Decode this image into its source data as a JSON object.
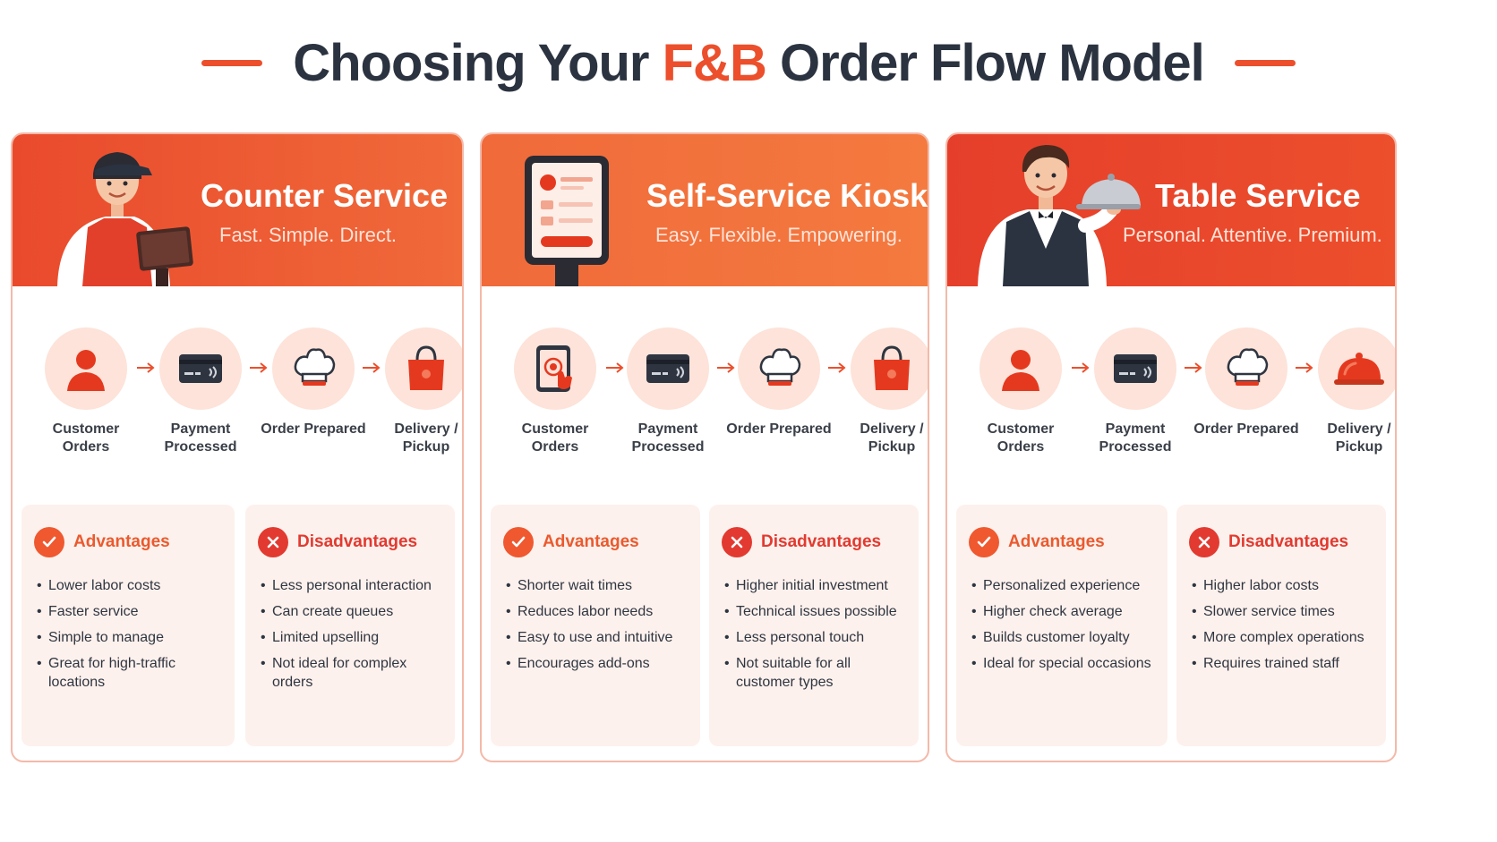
{
  "header": {
    "title_pre": "Choosing Your",
    "title_accent": "F&B",
    "title_post": "Order Flow Model"
  },
  "colors": {
    "accent": "#ec4f2c",
    "text": "#2b3340",
    "panel": "#fdf1ed"
  },
  "models": [
    {
      "title": "Counter Service",
      "subtitle": "Fast. Simple. Direct.",
      "steps": [
        {
          "label": "Customer Orders",
          "icon": "customer-icon"
        },
        {
          "label": "Payment Processed",
          "icon": "card-icon"
        },
        {
          "label": "Order Prepared",
          "icon": "chef-hat-icon"
        },
        {
          "label": "Delivery / Pickup",
          "icon": "bag-icon"
        }
      ],
      "advantages_title": "Advantages",
      "advantages": [
        "Lower labor costs",
        "Faster service",
        "Simple to manage",
        "Great for high-traffic locations"
      ],
      "disadvantages_title": "Disadvantages",
      "disadvantages": [
        "Less personal interaction",
        "Can create queues",
        "Limited upselling",
        "Not ideal for complex orders"
      ]
    },
    {
      "title": "Self-Service Kiosks",
      "subtitle": "Easy. Flexible. Empowering.",
      "steps": [
        {
          "label": "Customer Orders",
          "icon": "tablet-tap-icon"
        },
        {
          "label": "Payment Processed",
          "icon": "card-icon"
        },
        {
          "label": "Order Prepared",
          "icon": "chef-hat-icon"
        },
        {
          "label": "Delivery / Pickup",
          "icon": "bag-icon"
        }
      ],
      "advantages_title": "Advantages",
      "advantages": [
        "Shorter wait times",
        "Reduces labor needs",
        "Easy to use and intuitive",
        "Encourages add-ons"
      ],
      "disadvantages_title": "Disadvantages",
      "disadvantages": [
        "Higher initial investment",
        "Technical issues possible",
        "Less personal touch",
        "Not suitable for all customer types"
      ]
    },
    {
      "title": "Table Service",
      "subtitle": "Personal. Attentive. Premium.",
      "steps": [
        {
          "label": "Customer Orders",
          "icon": "customer-icon"
        },
        {
          "label": "Payment Processed",
          "icon": "card-icon"
        },
        {
          "label": "Order Prepared",
          "icon": "chef-hat-icon"
        },
        {
          "label": "Delivery / Pickup",
          "icon": "cloche-icon"
        }
      ],
      "advantages_title": "Advantages",
      "advantages": [
        "Personalized experience",
        "Higher check average",
        "Builds customer loyalty",
        "Ideal for special occasions"
      ],
      "disadvantages_title": "Disadvantages",
      "disadvantages": [
        "Higher labor costs",
        "Slower service times",
        "More complex operations",
        "Requires trained staff"
      ]
    }
  ]
}
